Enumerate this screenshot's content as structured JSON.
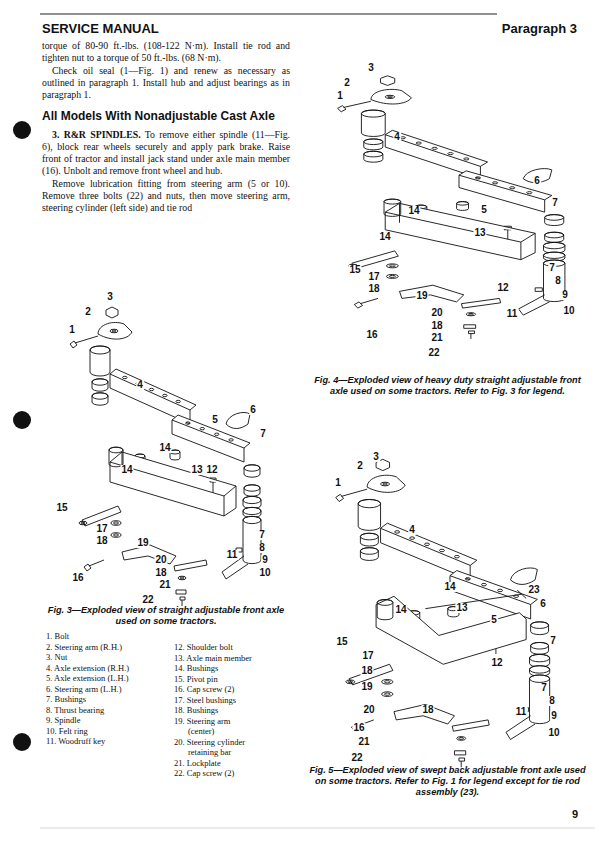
{
  "diagram": {
    "title": "SERVICE MANUAL",
    "labels": [
      "Paragraph 3",
      "torque of 80-90 ft.-lbs. (108-122 N·m). Install tie rod and tighten nut to a torque of 50 ft.-lbs. (68 N·m).",
      "Check oil seal (1—Fig. 1) and renew as necessary as outlined in paragraph 1. Install hub and adjust bearings as in paragraph 1.",
      "All Models With Nonadjustable Cast Axle",
      "3. R&R SPINDLES.",
      "To remove either spindle (11—Fig. 6), block rear wheels securely and apply park brake. Raise front of tractor and install jack stand under axle main member (16). Unbolt and remove front wheel and hub.",
      "Remove lubrication fitting from steering arm (5 or 10). Remove three bolts (22) and nuts, then move steering arm, steering cylinder (left side) and tie rod",
      "Fig. 3—Exploded view of straight adjustable front axle used on some tractors.",
      "1. Bolt",
      "2. Steering arm (R.H.)",
      "3. Nut",
      "4. Axle extension (R.H.)",
      "5. Axle extension (L.H.)",
      "6. Steering arm (L.H.)",
      "7. Bushings",
      "8. Thrust bearing",
      "9. Spindle",
      "10. Felt ring",
      "11. Woodruff key",
      "12. Shoulder bolt",
      "13. Axle main member",
      "14. Bushings",
      "15. Pivot pin",
      "16. Cap screw (2)",
      "17. Steel bushings",
      "18. Bushings",
      "19. Steering arm (center)",
      "20. Steering cylinder retaining bar",
      "21. Lockplate",
      "22. Cap screw (2)",
      "Fig. 4—Exploded view of heavy duty straight adjustable front axle used on some tractors. Refer to Fig. 3 for legend.",
      "Fig. 5—Exploded view of swept back adjustable front axle used on some tractors. Refer to Fig. 1 for legend except for tie rod assembly (23).",
      "9",
      "1",
      "2",
      "3",
      "4",
      "5",
      "6",
      "7",
      "14",
      "13",
      "12",
      "14",
      "15",
      "17",
      "18",
      "19",
      "16",
      "20",
      "18",
      "21",
      "22",
      "11",
      "7",
      "8",
      "9",
      "10",
      "3",
      "1",
      "2",
      "4",
      "5",
      "6",
      "7",
      "14",
      "14",
      "13",
      "15",
      "17",
      "18",
      "19",
      "12",
      "7",
      "8",
      "9",
      "10",
      "11",
      "20",
      "18",
      "21",
      "16",
      "22",
      "3",
      "1",
      "2",
      "4",
      "14",
      "23",
      "6",
      "14",
      "13",
      "5",
      "7",
      "15",
      "17",
      "12",
      "18",
      "19",
      "20",
      "18",
      "16",
      "7",
      "8",
      "11",
      "9",
      "10",
      "21",
      "22"
    ]
  }
}
